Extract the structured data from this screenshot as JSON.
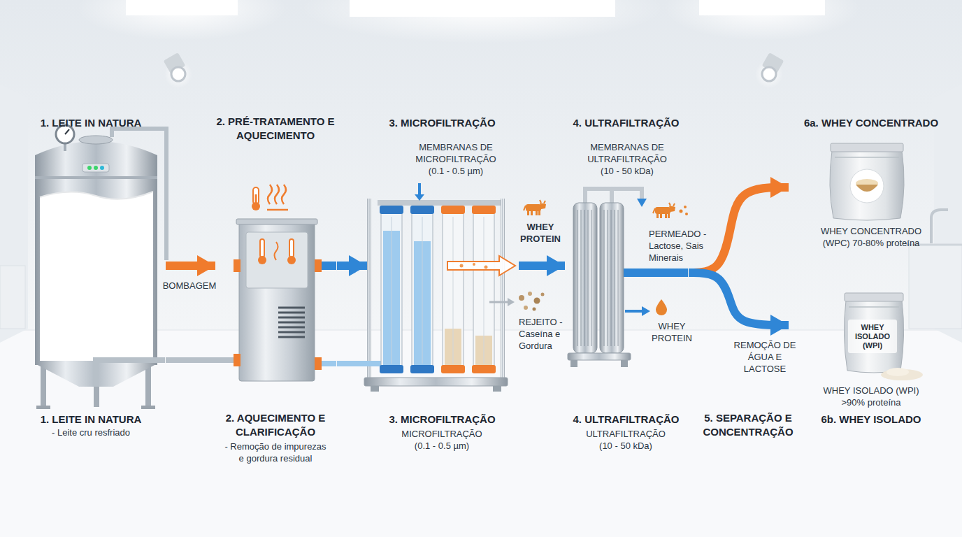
{
  "diagram": {
    "nodes": [
      {
        "text": [
          "1. LEITE IN NATURA",
          "1. LEITE IN NATURA",
          "- Leite cru resfriado"
        ]
      },
      {
        "text": [
          "2. PRÉ-TRATAMENTO E AQUECIMENTO",
          "2. AQUECIMENTO E CLARIFICAÇÃO",
          "- Remoção de impurezas e gordura residual"
        ]
      },
      {
        "text": [
          "3. MICROFILTRAÇÃO",
          "MEMBRANAS DE MICROFILTRAÇÃO (0.1 - 0.5 µm)",
          "3. MICROFILTRAÇÃO",
          "MICROFILTRAÇÃO (0.1 - 0.5 µm)"
        ]
      },
      {
        "text": [
          "4. ULTRAFILTRAÇÃO",
          "MEMBRANAS DE ULTRAFILTRAÇÃO (10 - 50 kDa)",
          "4. ULTRAFILTRAÇÃO",
          "ULTRAFILTRAÇÃO (10 - 50 kDa)"
        ]
      },
      {
        "text": [
          "6a. WHEY CONCENTRADO",
          "WHEY CONCENTRADO (WPC) 70-80% proteína"
        ]
      },
      {
        "text": [
          "WHEY ISOLADO (WPI)",
          "WHEY ISOLADO (WPI) >90% proteína",
          "6b. WHEY ISOLADO"
        ]
      }
    ],
    "edges": [
      {
        "from": 0,
        "to": 1,
        "arrow": "to",
        "label": "BOMBAGEM"
      },
      {
        "from": 0,
        "to": 1,
        "arrow": "none"
      },
      {
        "from": 1,
        "to": 2,
        "arrow": "to"
      },
      {
        "from": 1,
        "to": 2,
        "arrow": "none"
      },
      {
        "from": 2,
        "to": 3,
        "arrow": "to"
      },
      {
        "from": 3,
        "to": 4,
        "arrow": "to"
      },
      {
        "from": 3,
        "to": 5,
        "arrow": "to",
        "label": "REMOÇÃO DE ÁGUA E LACTOSE"
      }
    ],
    "labels": [
      "WHEY PROTEIN",
      "REJEITO - Caseína e Gordura",
      "PERMEADO - Lactose, Sais Minerais",
      "WHEY PROTEIN",
      "5. SEPARAÇÃO E CONCENTRAÇÃO"
    ]
  }
}
